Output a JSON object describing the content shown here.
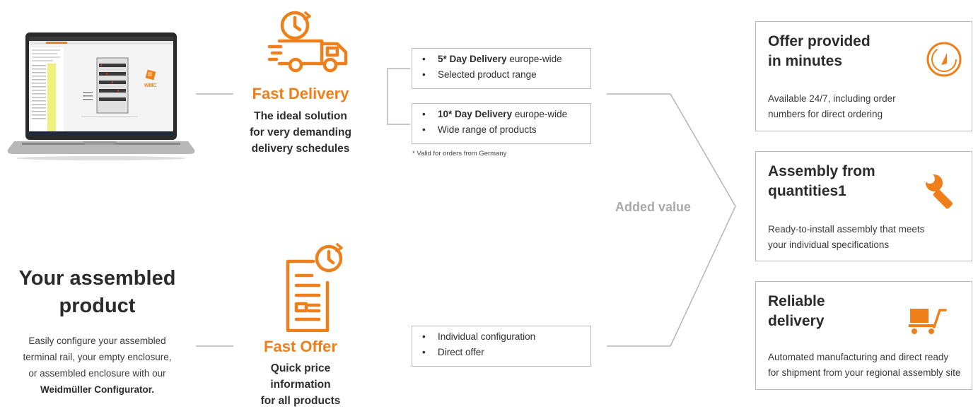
{
  "fast_delivery": {
    "title": "Fast Delivery",
    "subtitle_lines": [
      "The ideal solution",
      "for very demanding",
      "delivery schedules"
    ]
  },
  "delivery_options": [
    {
      "items": [
        {
          "bold": "5* Day Delivery",
          "text": " europe-wide"
        },
        {
          "bold": "",
          "text": "Selected product range"
        }
      ]
    },
    {
      "items": [
        {
          "bold": "10* Day Delivery",
          "text": " europe-wide"
        },
        {
          "bold": "",
          "text": "Wide range of products"
        }
      ]
    }
  ],
  "footnote": "* Valid for orders from Germany",
  "fast_offer": {
    "title": "Fast Offer",
    "subtitle_lines": [
      "Quick price information",
      "for all products"
    ]
  },
  "offer_options": {
    "items": [
      "Individual configuration",
      "Direct offer"
    ]
  },
  "assembled_product": {
    "title_lines": [
      "Your assembled",
      "product"
    ],
    "desc_lines": [
      "Easily configure your assembled",
      "terminal rail, your empty enclosure,",
      "or assembled enclosure with our"
    ],
    "desc_bold": "Weidmüller Configurator."
  },
  "added_value": "Added value",
  "cards": [
    {
      "title_lines": [
        "Offer provided",
        "in minutes"
      ],
      "desc_lines": [
        "Available 24/7, including order",
        "numbers for direct ordering"
      ],
      "icon": "stopwatch-icon"
    },
    {
      "title_lines": [
        "Assembly from",
        "quantities1"
      ],
      "desc_lines": [
        "Ready-to-install assembly that meets",
        "your individual specifications"
      ],
      "icon": "wrench-icon"
    },
    {
      "title_lines": [
        "Reliable",
        "delivery"
      ],
      "desc_lines": [
        "Automated manufacturing and direct ready",
        "for shipment from your regional assembly site"
      ],
      "icon": "cart-icon"
    }
  ],
  "laptop_logo_text": "WMC",
  "colors": {
    "accent": "#ee7f1a",
    "text": "#2e2e2e",
    "muted": "#a9a9a9",
    "border": "#b9b9b9"
  }
}
